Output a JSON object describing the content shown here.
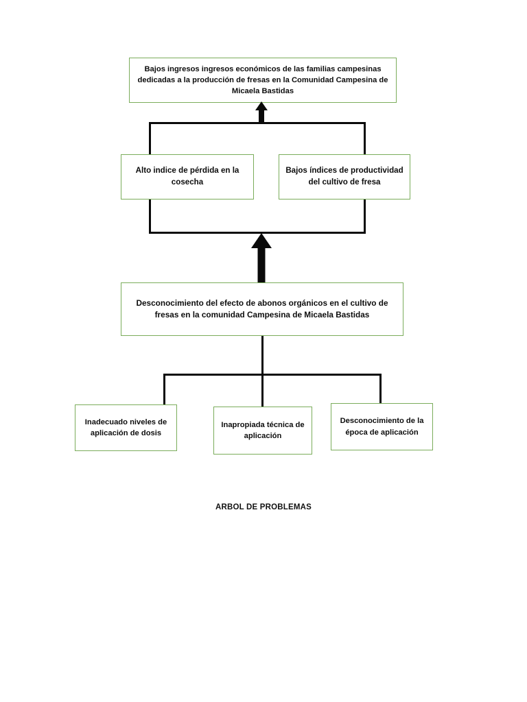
{
  "diagram": {
    "title": "ARBOL DE PROBLEMAS",
    "type": "problem-tree",
    "accent_border_color": "#7aac5a",
    "connector_color": "#0a0a0a",
    "background_color": "#ffffff",
    "levels": {
      "effects_top": "Bajos ingresos ingresos económicos de las familias campesinas dedicadas a la producción de fresas en la Comunidad  Campesina de Micaela Bastidas",
      "effects_secondary": [
        "Alto indice de pérdida en la cosecha",
        "Bajos índices de productividad del cultivo de fresa"
      ],
      "central_problem": "Desconocimiento del efecto de abonos orgánicos en el cultivo de fresas en la comunidad Campesina de Micaela Bastidas",
      "causes": [
        "Inadecuado niveles de aplicación de dosis",
        "Inapropiada técnica de aplicación",
        "Desconocimiento de la época de aplicación"
      ]
    }
  }
}
